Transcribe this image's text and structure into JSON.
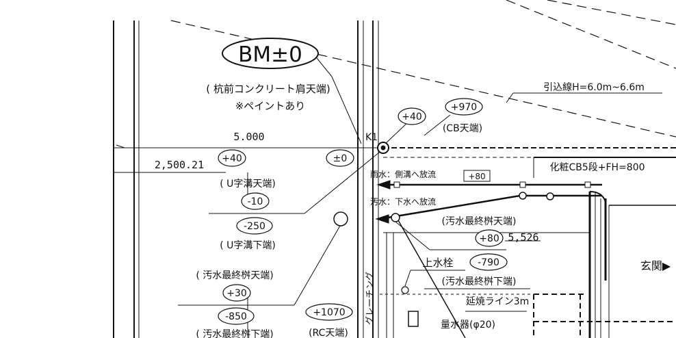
{
  "bm": {
    "title": "BM±0",
    "note1": "( 杭前コンクリート肩天端)",
    "note2": "※ペイントあり"
  },
  "dimensions": {
    "d5000": "5.000",
    "d2500": "2,500.21",
    "d5526": "5,526"
  },
  "levels": {
    "p40_left": "+40",
    "pm0": "±0",
    "p40_top": "+40",
    "p970": "+970",
    "m10": "-10",
    "m250": "-250",
    "p30": "+30",
    "m850": "-850",
    "p1070": "+1070",
    "p80_circle": "+80",
    "m790": "-790",
    "p80_box": "+80"
  },
  "labels": {
    "k1": "K1",
    "cb_top": "(CB天端)",
    "hikikomi": "引込線H=6.0m~6.6m",
    "u_top": "( U字溝天端)",
    "u_bottom": "( U字溝下端)",
    "ss_top_left": "( 汚水最終桝天端)",
    "ss_bottom_left": "( 汚水最終桝下端)",
    "rc_top": "(RC天端)",
    "grating": "グレーチング",
    "rain": "雨水：側溝へ放流",
    "sewage": "汚水：下水へ放流",
    "makeup_cb": "化粧CB5段+FH=800",
    "ss_top_right": "(汚水最終桝天端)",
    "hydrant": "上水栓",
    "ss_bottom_right": "(汚水最終桝下端)",
    "fire_line": "延焼ライン3m",
    "meter": "量水器(φ20)",
    "entrance": "玄関▶"
  },
  "colors": {
    "ink": "#111111",
    "paper": "#ffffff"
  }
}
